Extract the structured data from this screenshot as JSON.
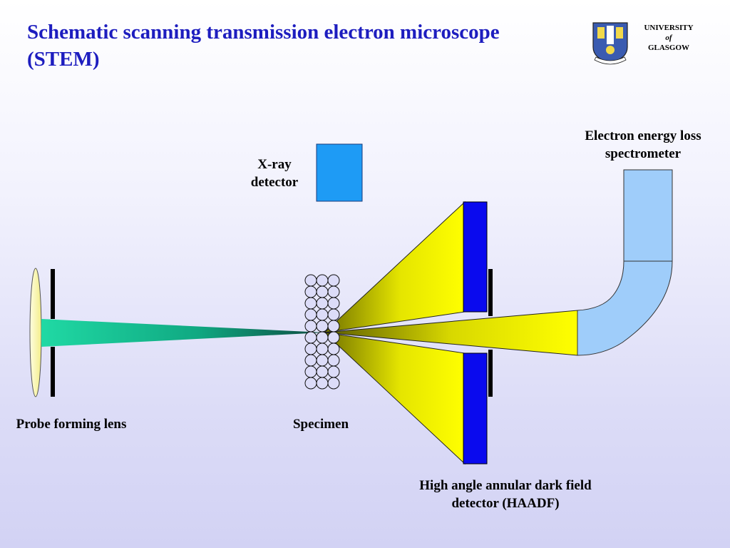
{
  "title": "Schematic scanning transmission electron microscope (STEM)",
  "logo": {
    "line1": "UNIVERSITY",
    "line2": "of",
    "line3": "GLASGOW"
  },
  "labels": {
    "xray": "X-ray detector",
    "eels": "Electron energy loss spectrometer",
    "probe": "Probe forming lens",
    "specimen": "Specimen",
    "haadf": "High angle annular dark field detector (HAADF)"
  },
  "colors": {
    "title": "#1d1dbf",
    "xray_detector": "#1e9bf5",
    "spectrometer": "#9fcdfa",
    "haadf": "#0a0aee",
    "beam_scattered": "#ffff00",
    "beam_incident": "#1fd3a0",
    "lens": "#fbf7a4"
  }
}
